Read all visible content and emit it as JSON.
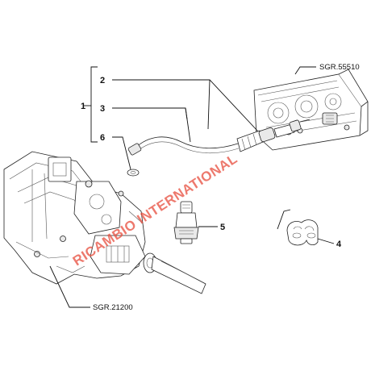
{
  "callouts": {
    "c1": "1",
    "c2": "2",
    "c3": "3",
    "c4": "4",
    "c5": "5",
    "c6": "6"
  },
  "references": {
    "instrument_cluster": "SGR.55510",
    "gearbox": "SGR.21200"
  },
  "watermark": {
    "text": "RICAMBIO INTERNATIONAL",
    "color": "#e74c3c"
  },
  "icons": [
    "gearbox-drawing",
    "instrument-cluster-drawing",
    "speedometer-cable-drawing",
    "sensor-drawing",
    "clip-drawing",
    "washer-drawing"
  ]
}
